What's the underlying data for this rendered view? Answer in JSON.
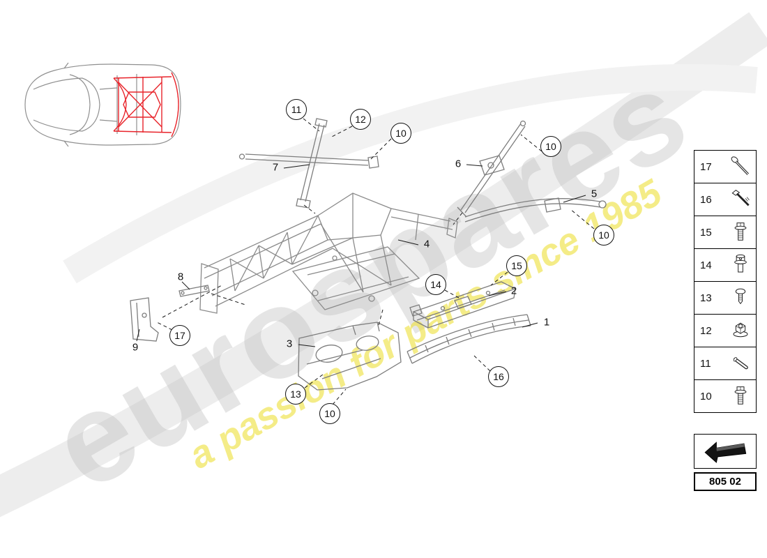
{
  "watermark": {
    "brand": "eurospares",
    "tagline": "a passion for parts since 1985",
    "brand_color": "#bababa",
    "tagline_color": "#eee03e"
  },
  "diagram": {
    "highlight_color": "#e8232a",
    "line_color": "#8a8a8a"
  },
  "callouts": [
    {
      "label": "11"
    },
    {
      "label": "12"
    },
    {
      "label": "10"
    },
    {
      "label": "7"
    },
    {
      "label": "6"
    },
    {
      "label": "10"
    },
    {
      "label": "5"
    },
    {
      "label": "10"
    },
    {
      "label": "4"
    },
    {
      "label": "15"
    },
    {
      "label": "14"
    },
    {
      "label": "2"
    },
    {
      "label": "8"
    },
    {
      "label": "1"
    },
    {
      "label": "17"
    },
    {
      "label": "9"
    },
    {
      "label": "3"
    },
    {
      "label": "16"
    },
    {
      "label": "13"
    },
    {
      "label": "10"
    }
  ],
  "legend": {
    "items": [
      {
        "number": "17",
        "icon": "long-bolt-icon"
      },
      {
        "number": "16",
        "icon": "hex-bolt-icon"
      },
      {
        "number": "15",
        "icon": "flange-bolt-icon"
      },
      {
        "number": "14",
        "icon": "shoulder-bolt-icon"
      },
      {
        "number": "13",
        "icon": "screw-icon"
      },
      {
        "number": "12",
        "icon": "flange-nut-icon"
      },
      {
        "number": "11",
        "icon": "dowel-pin-icon"
      },
      {
        "number": "10",
        "icon": "flange-bolt-icon"
      }
    ]
  },
  "footer": {
    "part_code": "805 02",
    "arrow_icon": "direction-arrow-icon"
  }
}
